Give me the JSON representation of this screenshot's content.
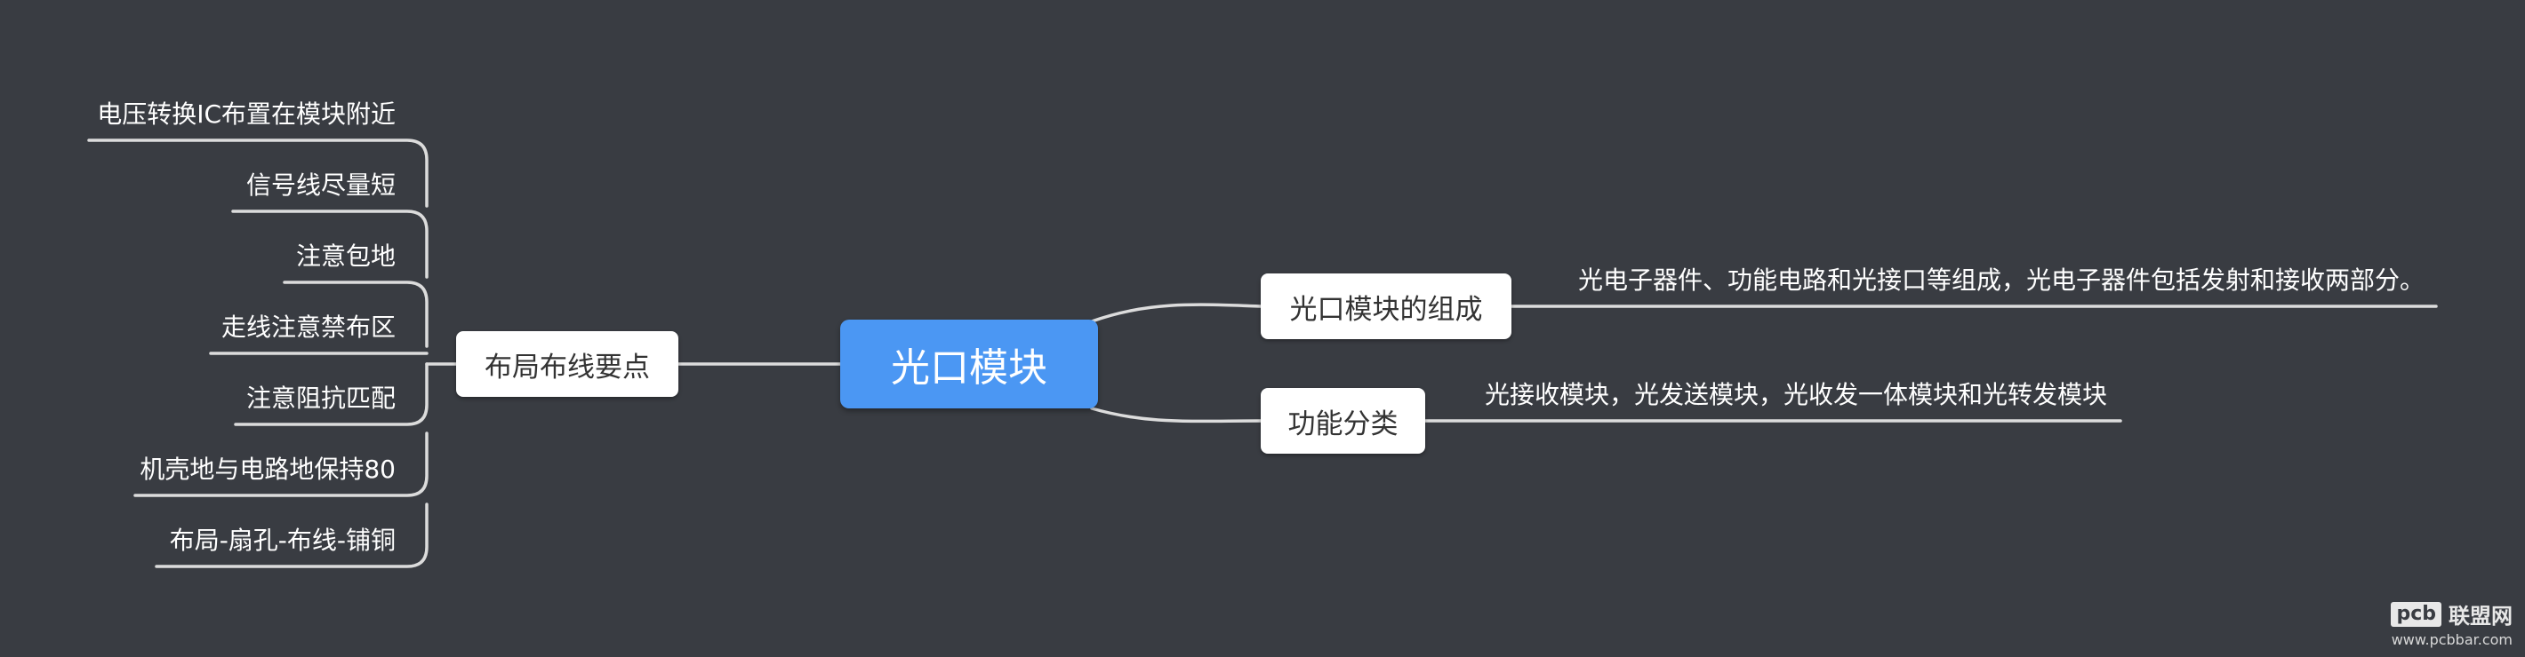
{
  "root": {
    "label": "光口模块"
  },
  "left_branch": {
    "label": "布局布线要点",
    "items": [
      "电压转换IC布置在模块附近",
      "信号线尽量短",
      "注意包地",
      "走线注意禁布区",
      "注意阻抗匹配",
      "机壳地与电路地保持80",
      "布局-扇孔-布线-铺铜"
    ]
  },
  "right_branches": [
    {
      "label": "光口模块的组成",
      "detail": "光电子器件、功能电路和光接口等组成，光电子器件包括发射和接收两部分。"
    },
    {
      "label": "功能分类",
      "detail": "光接收模块，光发送模块，光收发一体模块和光转发模块"
    }
  ],
  "watermark": {
    "logo": "pcb",
    "brand": "联盟网",
    "url": "www.pcbbar.com"
  },
  "colors": {
    "background": "#393c42",
    "root": "#4b97f3",
    "node": "#ffffff",
    "line": "#d9d9d9"
  }
}
